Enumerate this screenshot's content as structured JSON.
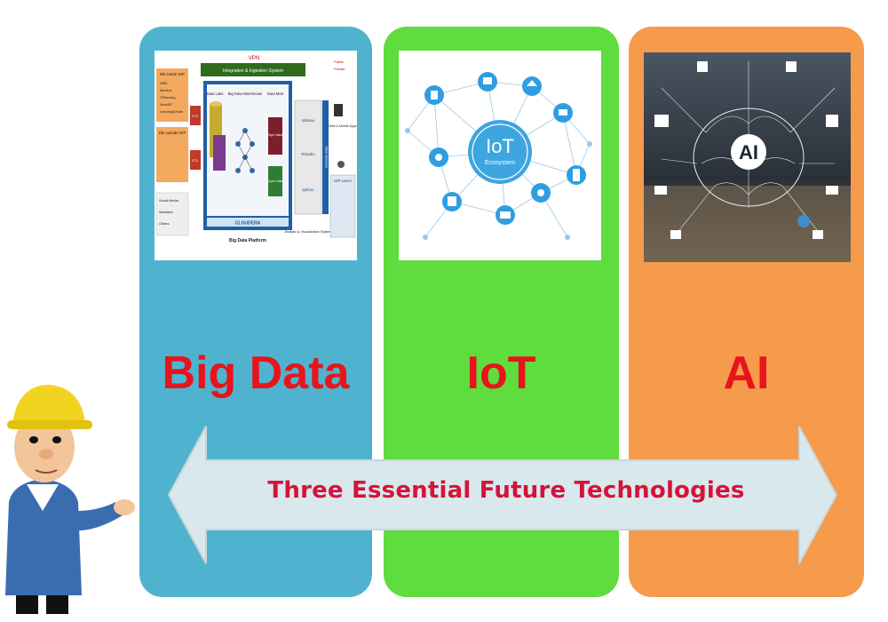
{
  "panels": [
    {
      "label": "Big Data",
      "color": "#4fb3cf",
      "image": "big-data-platform-diagram"
    },
    {
      "label": "IoT",
      "color": "#5fdc3e",
      "image": "iot-ecosystem-network"
    },
    {
      "label": "AI",
      "color": "#f69a4b",
      "image": "ai-brain-network-photo"
    }
  ],
  "bigdata_diagram": {
    "top": "VPN",
    "integration": "Integration & Ingestion System",
    "left_boxes": [
      "DB inside DIP",
      "DB outside DIP"
    ],
    "left_lines": [
      "WBC",
      "Member",
      "CPlanning",
      "WorkSP",
      "LearningCenter"
    ],
    "others": [
      "Social Media",
      "Websites",
      "Others"
    ],
    "etl": "ETL",
    "sections": [
      "Data Lake",
      "Big Data Warehouse",
      "Data Mart"
    ],
    "mart_items": [
      "High Value",
      "Open Data"
    ],
    "platform_brand": "CLOUDERA",
    "platform_name": "Big Data Platform",
    "analytics": [
      "tableau",
      "RStudio",
      "python"
    ],
    "analytics_name": "Analytic & Visualization System",
    "web_services": "Web Services",
    "right_top": [
      "Public",
      "Private"
    ],
    "apps": "Web & Mobile Apps",
    "dip_users": "DIP Users"
  },
  "iot_diagram": {
    "title": "IoT",
    "subtitle": "Ecosystem"
  },
  "ai_photo": {
    "badge": "AI"
  },
  "banner": {
    "text": "Three Essential Future Technologies"
  },
  "colors": {
    "label_red": "#e8141b",
    "arrow_fill": "#d9e8ec",
    "arrow_stroke": "#c9d6d9",
    "banner_text": "#d6123a"
  }
}
